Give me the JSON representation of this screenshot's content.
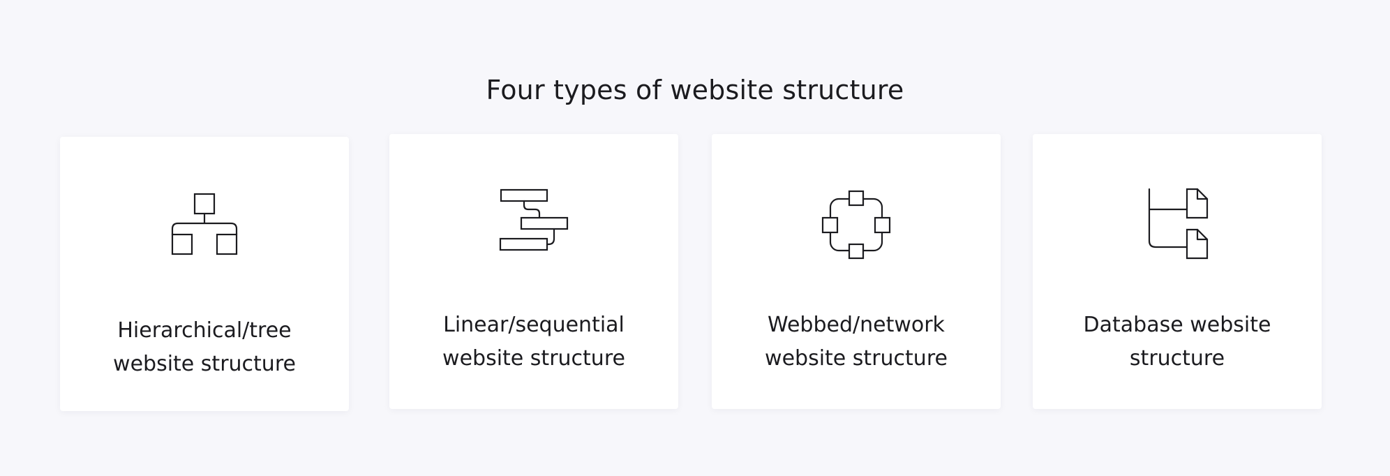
{
  "page": {
    "title": "Four types of website structure",
    "background_color": "#f7f7fb",
    "card_color": "#ffffff",
    "text_color": "#1b1b1f"
  },
  "cards": [
    {
      "icon": "hierarchy-tree-icon",
      "label_line1": "Hierarchical/tree",
      "label_line2": "website structure"
    },
    {
      "icon": "linear-sequence-icon",
      "label_line1": "Linear/sequential",
      "label_line2": "website structure"
    },
    {
      "icon": "network-ring-icon",
      "label_line1": "Webbed/network",
      "label_line2": "website structure"
    },
    {
      "icon": "database-files-icon",
      "label_line1": "Database website",
      "label_line2": "structure"
    }
  ]
}
